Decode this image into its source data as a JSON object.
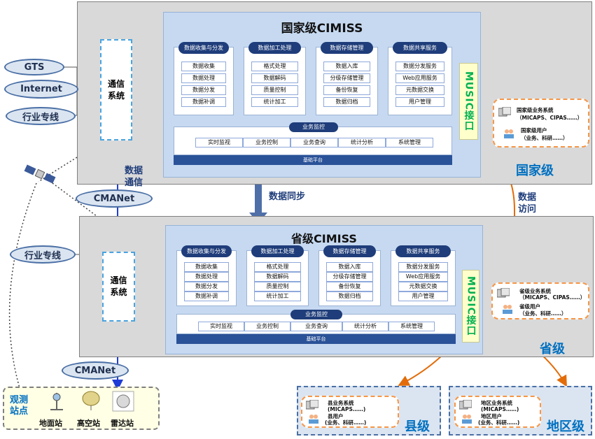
{
  "national": {
    "title": "国家级CIMISS",
    "level_label": "国家级",
    "groups": [
      {
        "head": "数据收集与分发",
        "items": [
          "数据收集",
          "数据处理",
          "数据分发",
          "数据补调"
        ]
      },
      {
        "head": "数据加工处理",
        "items": [
          "格式处理",
          "数据解码",
          "质量控制",
          "统计加工"
        ]
      },
      {
        "head": "数据存储管理",
        "items": [
          "数据入库",
          "分级存储管理",
          "备份恢复",
          "数据归档"
        ]
      },
      {
        "head": "数据共享服务",
        "items": [
          "数据分发服务",
          "Web应用服务",
          "元数据交换",
          "用户管理"
        ]
      }
    ],
    "monitor": {
      "head": "业务监控",
      "items": [
        "实时监视",
        "业务控制",
        "业务查询",
        "统计分析",
        "系统管理"
      ]
    },
    "base": "基础平台",
    "music": "MUSIC接口",
    "comm": "通信系统",
    "clouds": [
      "GTS",
      "Internet",
      "行业专线"
    ],
    "users": {
      "system": "国家级业务系统",
      "system_sub": "（MICAPS、CIPAS……）",
      "user": "国家级用户",
      "user_sub": "（业务、科研……）"
    }
  },
  "province": {
    "title": "省级CIMISS",
    "level_label": "省级",
    "groups": [
      {
        "head": "数据收集与分发",
        "items": [
          "数据收集",
          "数据处理",
          "数据分发",
          "数据补调"
        ]
      },
      {
        "head": "数据加工处理",
        "items": [
          "格式处理",
          "数据解码",
          "质量控制",
          "统计加工"
        ]
      },
      {
        "head": "数据存储管理",
        "items": [
          "数据入库",
          "分级存储管理",
          "备份恢复",
          "数据归档"
        ]
      },
      {
        "head": "数据共享服务",
        "items": [
          "数据分发服务",
          "Web应用服务",
          "元数据交换",
          "用户管理"
        ]
      }
    ],
    "monitor": {
      "head": "业务监控",
      "items": [
        "实时监视",
        "业务控制",
        "业务查询",
        "统计分析",
        "系统管理"
      ]
    },
    "base": "基础平台",
    "music": "MUSIC接口",
    "comm": "通信系统",
    "cloud": "行业专线",
    "users": {
      "system": "省级业务系统",
      "system_sub": "（MICAPS、CIPAS……）",
      "user": "省级用户",
      "user_sub": "（业务、科研……）"
    }
  },
  "labels": {
    "data_comm": "数据通信",
    "data_sync": "数据同步",
    "data_access": "数据访问",
    "cmanet": "CMANet"
  },
  "county": {
    "label": "县级",
    "system": "县业务系统",
    "system_sub": "(MICAPS……)",
    "user": "县用户",
    "user_sub": "(业务、科研……)"
  },
  "district": {
    "label": "地区级",
    "system": "地区业务系统",
    "system_sub": "(MICAPS……)",
    "user": "地区用户",
    "user_sub": "(业务、科研……)"
  },
  "observation": {
    "title": "观测站点",
    "stations": [
      "地面站",
      "高空站",
      "雷达站"
    ]
  },
  "colors": {
    "navy": "#1f3d7a",
    "arrow_blue": "#1f3dd6",
    "orange": "#e36c09",
    "green": "#00b050",
    "level_blue": "#0070c0"
  }
}
